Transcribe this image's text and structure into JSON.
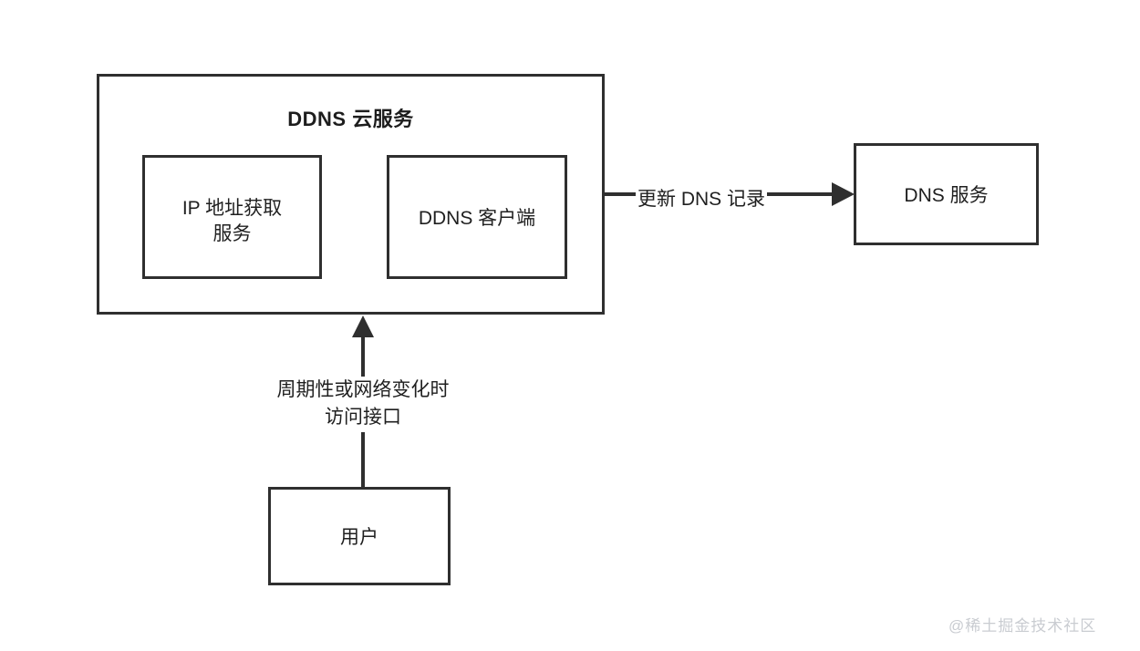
{
  "diagram": {
    "title_text": "DDNS 云服务",
    "nodes": {
      "cloud_container": {
        "label": "DDNS 云服务"
      },
      "ip_service": {
        "label": "IP 地址获取\n服务"
      },
      "ddns_client": {
        "label": "DDNS 客户端"
      },
      "dns_service": {
        "label": "DNS 服务"
      },
      "user": {
        "label": "用户"
      }
    },
    "edges": {
      "cloud_to_dns": {
        "label": "更新 DNS 记录",
        "direction": "right"
      },
      "user_to_cloud": {
        "label": "周期性或网络变化时\n访问接口",
        "direction": "up"
      }
    },
    "watermark": "@稀土掘金技术社区",
    "colors": {
      "stroke": "#2f2f2f",
      "text": "#1f1f1f",
      "background": "#ffffff",
      "watermark": "#c9ccd1"
    }
  }
}
